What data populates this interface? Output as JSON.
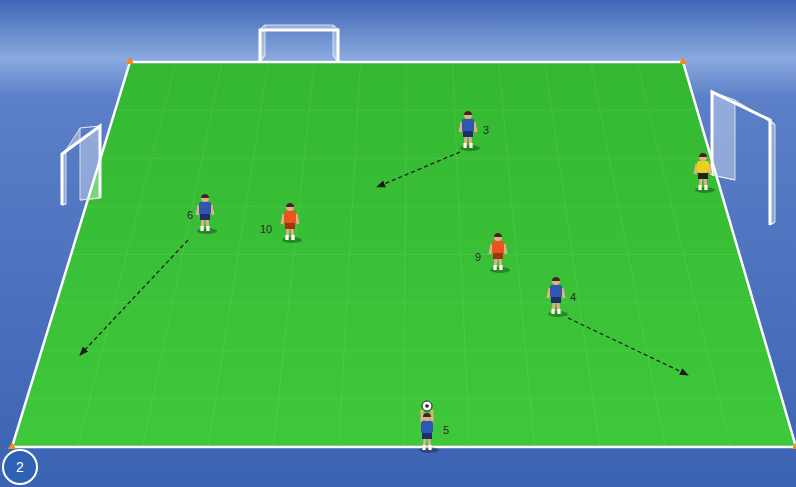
{
  "diagram": {
    "labels": [
      "3",
      "6",
      "10",
      "9",
      "4",
      "5",
      "2"
    ]
  }
}
